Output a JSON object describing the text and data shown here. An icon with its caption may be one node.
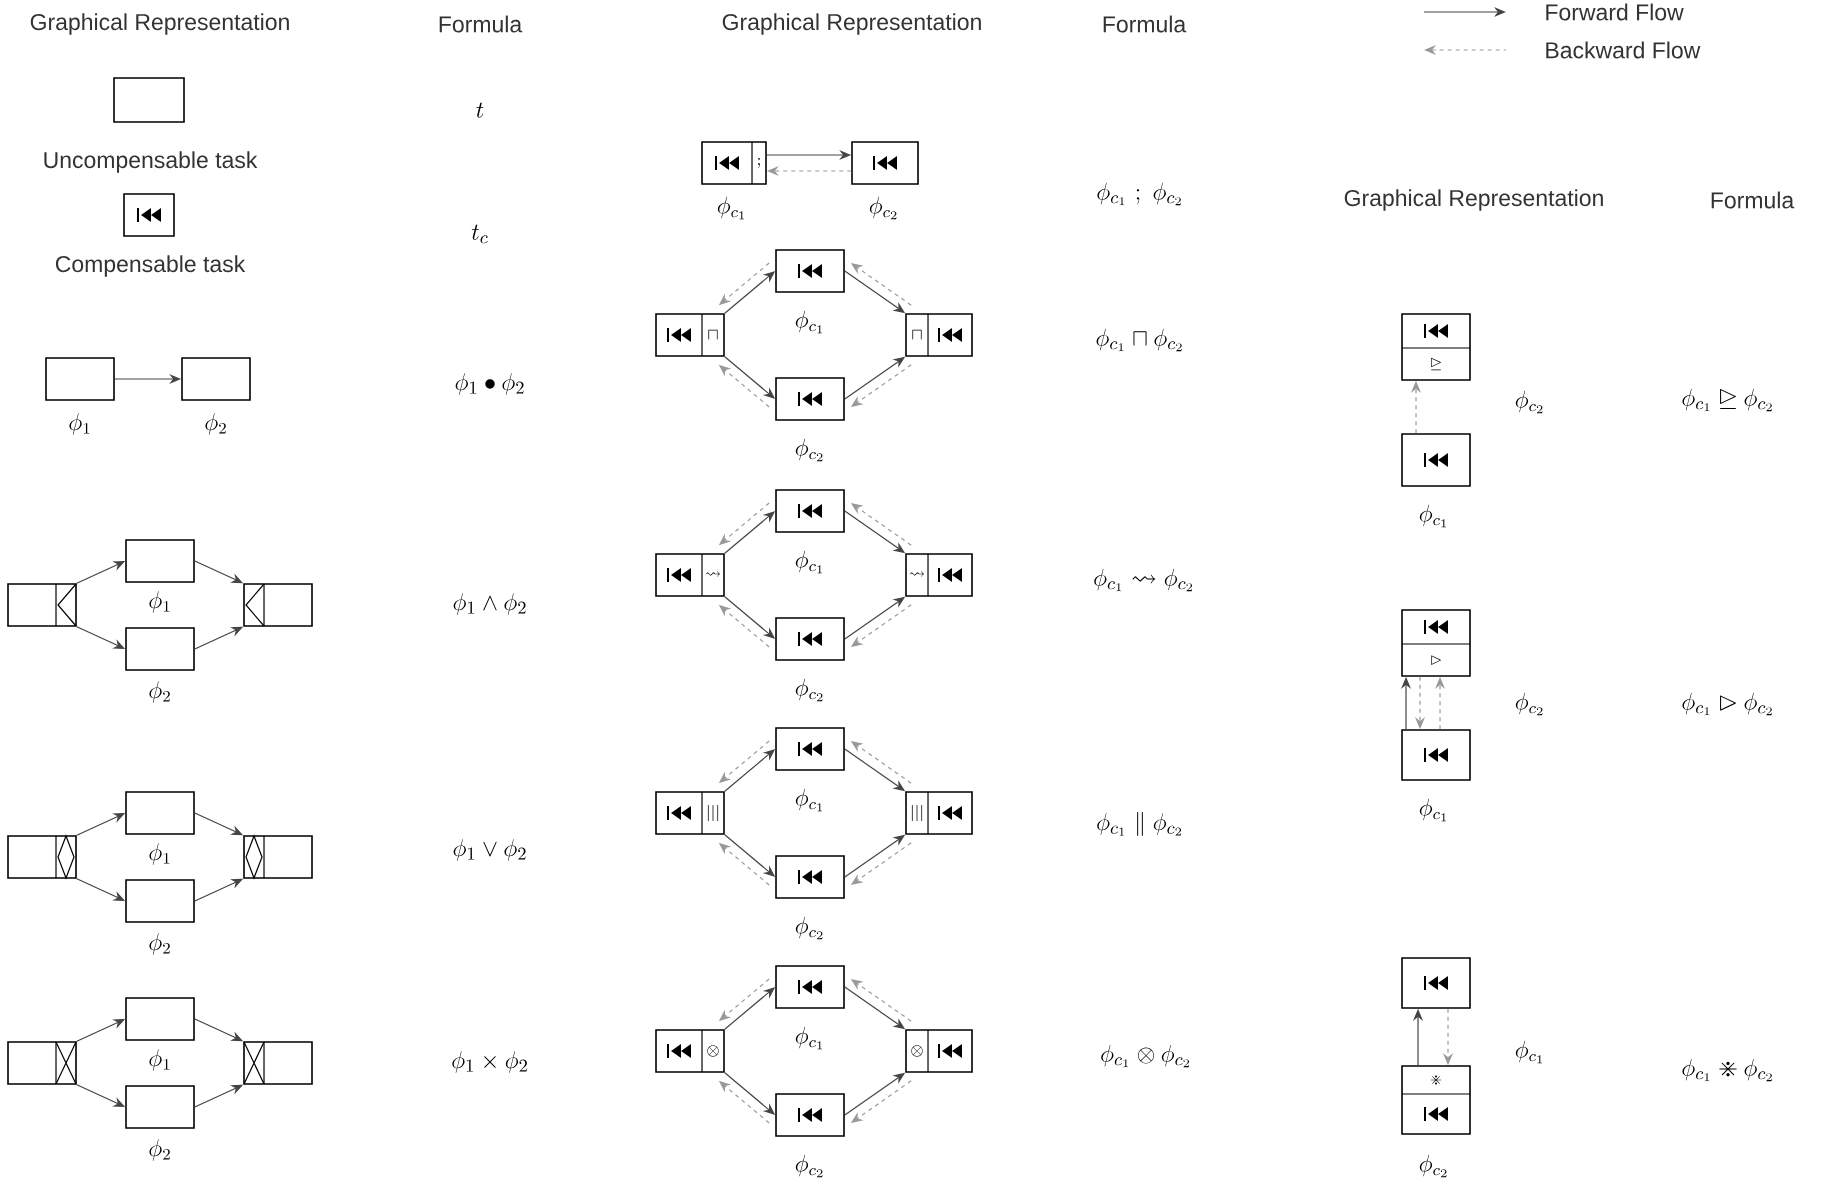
{
  "diagram": {
    "nodes": [
      {
        "text": [],
        "shape": "box",
        "beside": [
          "Uncompensable task"
        ]
      },
      {
        "text": [],
        "shape": "box",
        "beside": [
          "Compensable task"
        ]
      },
      {
        "text": [],
        "shape": "box",
        "beside": [
          "\\phi_1"
        ]
      },
      {
        "text": [],
        "shape": "box",
        "beside": [
          "\\phi_2"
        ]
      },
      {
        "text": [],
        "shape": "box"
      },
      {
        "text": [],
        "shape": "box",
        "beside": [
          "\\phi_1"
        ]
      },
      {
        "text": [],
        "shape": "box",
        "beside": [
          "\\phi_2"
        ]
      },
      {
        "text": [],
        "shape": "box"
      },
      {
        "text": [],
        "shape": "box"
      },
      {
        "text": [],
        "shape": "box",
        "beside": [
          "\\phi_1"
        ]
      },
      {
        "text": [],
        "shape": "box",
        "beside": [
          "\\phi_2"
        ]
      },
      {
        "text": [],
        "shape": "box"
      },
      {
        "text": [],
        "shape": "box"
      },
      {
        "text": [],
        "shape": "box",
        "beside": [
          "\\phi_1"
        ]
      },
      {
        "text": [],
        "shape": "box",
        "beside": [
          "\\phi_2"
        ]
      },
      {
        "text": [],
        "shape": "box"
      },
      {
        "text": [
          ";"
        ],
        "beside": [
          "\\phi_{c_1}"
        ]
      },
      {
        "text": [],
        "shape": "box",
        "beside": [
          "\\phi_{c_2}"
        ]
      },
      {
        "text": [],
        "shape": "box",
        "beside": [
          "\\phi_{c_1}"
        ]
      },
      {
        "text": [
          "\\sqcap"
        ]
      },
      {
        "text": [
          "\\sqcap"
        ]
      },
      {
        "text": [],
        "shape": "box",
        "beside": [
          "\\phi_{c_2}"
        ]
      },
      {
        "text": [],
        "shape": "box",
        "beside": [
          "\\phi_{c_1}"
        ]
      },
      {
        "text": [
          "\\leadsto"
        ]
      },
      {
        "text": [
          "\\leadsto"
        ]
      },
      {
        "text": [],
        "shape": "box",
        "beside": [
          "\\phi_{c_2}"
        ]
      },
      {
        "text": [],
        "shape": "box",
        "beside": [
          "\\phi_{c_1}"
        ]
      },
      {
        "text": [
          "|||"
        ]
      },
      {
        "text": [
          "|||"
        ]
      },
      {
        "text": [],
        "shape": "box",
        "beside": [
          "\\phi_{c_2}"
        ]
      },
      {
        "text": [],
        "shape": "box",
        "beside": [
          "\\phi_{c_1}"
        ]
      },
      {
        "text": [
          "\\otimes"
        ]
      },
      {
        "text": [
          "\\otimes"
        ]
      },
      {
        "text": [],
        "shape": "box",
        "beside": [
          "\\phi_{c_2}"
        ]
      },
      {
        "text": [
          "\\unrhd"
        ],
        "beside": [
          "\\phi_{c_2}"
        ]
      },
      {
        "text": [],
        "shape": "box",
        "beside": [
          "\\phi_{c_1}"
        ]
      },
      {
        "text": [
          "\\rhd"
        ],
        "beside": [
          "\\phi_{c_2}"
        ]
      },
      {
        "text": [],
        "shape": "box",
        "beside": [
          "\\phi_{c_1}"
        ]
      },
      {
        "text": [],
        "shape": "box",
        "beside": [
          "\\phi_{c_1}"
        ]
      },
      {
        "text": [
          "\\divideontimes"
        ],
        "beside": [
          "\\phi_{c_2}"
        ]
      }
    ],
    "edges": [
      {
        "from": 2,
        "to": 3,
        "arrow": "to"
      },
      {
        "from": 4,
        "to": 5,
        "arrow": "to"
      },
      {
        "from": 4,
        "to": 6,
        "arrow": "to"
      },
      {
        "from": 5,
        "to": 7,
        "arrow": "to"
      },
      {
        "from": 6,
        "to": 7,
        "arrow": "to"
      },
      {
        "from": 8,
        "to": 9,
        "arrow": "to"
      },
      {
        "from": 8,
        "to": 10,
        "arrow": "to"
      },
      {
        "from": 9,
        "to": 11,
        "arrow": "to"
      },
      {
        "from": 10,
        "to": 11,
        "arrow": "to"
      },
      {
        "from": 12,
        "to": 13,
        "arrow": "to"
      },
      {
        "from": 12,
        "to": 14,
        "arrow": "to"
      },
      {
        "from": 13,
        "to": 15,
        "arrow": "to"
      },
      {
        "from": 14,
        "to": 15,
        "arrow": "to"
      },
      {
        "from": 16,
        "to": 17,
        "arrow": "to"
      },
      {
        "from": 17,
        "to": 16,
        "arrow": "to",
        "style": "dashed",
        "color": "#999999"
      },
      {
        "from": 19,
        "to": 18,
        "arrow": "to"
      },
      {
        "from": 19,
        "to": 21,
        "arrow": "to"
      },
      {
        "from": 18,
        "to": 20,
        "arrow": "to"
      },
      {
        "from": 21,
        "to": 20,
        "arrow": "to"
      },
      {
        "from": 18,
        "to": 19,
        "arrow": "to",
        "style": "dashed",
        "color": "#999999"
      },
      {
        "from": 21,
        "to": 19,
        "arrow": "to",
        "style": "dashed",
        "color": "#999999"
      },
      {
        "from": 20,
        "to": 18,
        "arrow": "to",
        "style": "dashed",
        "color": "#999999"
      },
      {
        "from": 20,
        "to": 21,
        "arrow": "to",
        "style": "dashed",
        "color": "#999999"
      },
      {
        "from": 23,
        "to": 22,
        "arrow": "to"
      },
      {
        "from": 23,
        "to": 25,
        "arrow": "to"
      },
      {
        "from": 22,
        "to": 24,
        "arrow": "to"
      },
      {
        "from": 25,
        "to": 24,
        "arrow": "to"
      },
      {
        "from": 22,
        "to": 23,
        "arrow": "to",
        "style": "dashed",
        "color": "#999999"
      },
      {
        "from": 25,
        "to": 23,
        "arrow": "to",
        "style": "dashed",
        "color": "#999999"
      },
      {
        "from": 24,
        "to": 22,
        "arrow": "to",
        "style": "dashed",
        "color": "#999999"
      },
      {
        "from": 24,
        "to": 25,
        "arrow": "to",
        "style": "dashed",
        "color": "#999999"
      },
      {
        "from": 27,
        "to": 26,
        "arrow": "to"
      },
      {
        "from": 27,
        "to": 29,
        "arrow": "to"
      },
      {
        "from": 26,
        "to": 28,
        "arrow": "to"
      },
      {
        "from": 29,
        "to": 28,
        "arrow": "to"
      },
      {
        "from": 26,
        "to": 27,
        "arrow": "to",
        "style": "dashed",
        "color": "#999999"
      },
      {
        "from": 29,
        "to": 27,
        "arrow": "to",
        "style": "dashed",
        "color": "#999999"
      },
      {
        "from": 28,
        "to": 26,
        "arrow": "to",
        "style": "dashed",
        "color": "#999999"
      },
      {
        "from": 28,
        "to": 29,
        "arrow": "to",
        "style": "dashed",
        "color": "#999999"
      },
      {
        "from": 31,
        "to": 30,
        "arrow": "to"
      },
      {
        "from": 31,
        "to": 33,
        "arrow": "to"
      },
      {
        "from": 30,
        "to": 32,
        "arrow": "to"
      },
      {
        "from": 33,
        "to": 32,
        "arrow": "to"
      },
      {
        "from": 30,
        "to": 31,
        "arrow": "to",
        "style": "dashed",
        "color": "#999999"
      },
      {
        "from": 33,
        "to": 31,
        "arrow": "to",
        "style": "dashed",
        "color": "#999999"
      },
      {
        "from": 32,
        "to": 30,
        "arrow": "to",
        "style": "dashed",
        "color": "#999999"
      },
      {
        "from": 32,
        "to": 33,
        "arrow": "to",
        "style": "dashed",
        "color": "#999999"
      },
      {
        "from": 35,
        "to": 34,
        "arrow": "to",
        "style": "dashed",
        "color": "#999999"
      },
      {
        "from": 37,
        "to": 36,
        "arrow": "to"
      },
      {
        "from": 36,
        "to": 37,
        "arrow": "to",
        "style": "dashed",
        "color": "#999999"
      },
      {
        "from": 37,
        "to": 36,
        "arrow": "to",
        "style": "dashed",
        "color": "#999999"
      },
      {
        "from": 39,
        "to": 38,
        "arrow": "to"
      },
      {
        "from": 38,
        "to": 39,
        "arrow": "to",
        "style": "dashed",
        "color": "#999999"
      }
    ],
    "labels": [
      "Graphical Representation",
      "Formula",
      "Graphical Representation",
      "Formula",
      "Graphical Representation",
      "Formula",
      "t",
      "t_c",
      "\\phi_1 \\bullet \\phi_2",
      "\\phi_1 \\wedge \\phi_2",
      "\\phi_1 \\vee \\phi_2",
      "\\phi_1 \\times \\phi_2",
      "\\phi_{c_1}\\ ;\\ \\phi_{c_2}",
      "\\phi_{c_1} \\sqcap \\phi_{c_2}",
      "\\phi_{c_1} \\leadsto \\phi_{c_2}",
      "\\phi_{c_1} \\parallel \\phi_{c_2}",
      "\\phi_{c_1} \\otimes \\phi_{c_2}",
      "\\phi_{c_1} \\unrhd \\phi_{c_2}",
      "\\phi_{c_1} \\rhd \\phi_{c_2}",
      "\\phi_{c_1} \\divideontimes \\phi_{c_2}"
    ],
    "legend": [
      {
        "text": "Forward Flow"
      },
      {
        "text": "Backward Flow"
      }
    ]
  }
}
